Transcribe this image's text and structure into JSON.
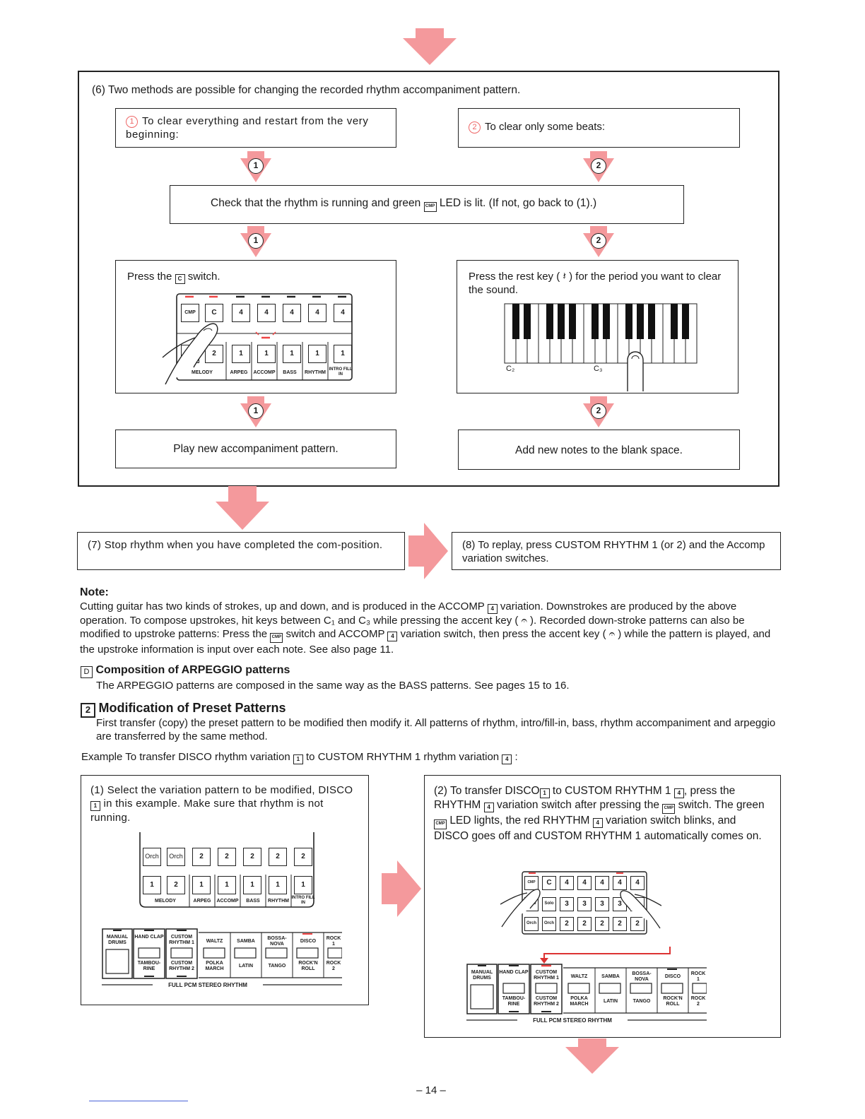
{
  "step6": {
    "intro": "(6)  Two methods are possible for changing the recorded rhythm accompaniment pattern.",
    "method1_num": "1",
    "method1": "To clear everything and restart from the very beginning:",
    "method2_num": "2",
    "method2": "To clear only some beats:",
    "marker1": "1",
    "marker2": "2",
    "check": "Check that the rhythm is running and green",
    "check_key": "CMP",
    "check_tail": "LED is lit. (If not, go back to (1).)",
    "press_c_pre": "Press the",
    "press_c_key": "C",
    "press_c_post": "switch.",
    "rest_key_text": "Press the rest key ( 𝄽 ) for the period you want to clear the sound.",
    "play_new": "Play new accompaniment pattern.",
    "add_notes": "Add new notes to the blank space.",
    "kbd_c2": "C₂",
    "kbd_c3": "C₃"
  },
  "panel_a": {
    "top_keys": [
      "CMP",
      "C",
      "4",
      "4",
      "4",
      "4",
      "4"
    ],
    "bottom_keys": [
      "1",
      "2",
      "1",
      "1",
      "1",
      "1",
      "1"
    ],
    "labels": [
      "MELODY",
      "ARPEG",
      "ACCOMP",
      "BASS",
      "RHYTHM",
      "INTRO FILL IN"
    ]
  },
  "step7": "(7)  Stop rhythm when you have completed the com-position.",
  "step8": "(8)  To replay, press CUSTOM  RHYTHM  1  (or 2)  and the Accomp variation switches.",
  "note": {
    "title": "Note:",
    "body_1": "Cutting guitar has two kinds of strokes, up and down, and is produced in the ACCOMP",
    "key_4": "4",
    "body_2": "variation. Downstrokes are produced by the above operation. To compose upstrokes, hit keys between C₁ and C₃ while pressing the accent key ( 𝄐 ). Recorded down-stroke patterns can also be modified to upstroke patterns: Press the",
    "key_cmp": "CMP",
    "body_3": "switch and ACCOMP",
    "body_4": "variation switch, then press the accent key ( 𝄐 ) while the pattern is played, and the upstroke information is input over each note. See also page 11."
  },
  "section_d": {
    "marker": "D",
    "title": "Composition of ARPEGGIO patterns",
    "body": "The ARPEGGIO patterns are composed in the same way as the BASS patterns. See pages 15 to 16."
  },
  "section_2": {
    "marker": "2",
    "title": "Modification of Preset Patterns",
    "body": "First transfer (copy) the preset pattern to be modified then modify it. All patterns of rhythm, intro/fill-in, bass, rhythm accompaniment and arpeggio are transferred by the same method.",
    "example_1": "Example To transfer DISCO rhythm variation",
    "example_key1": "1",
    "example_2": "to CUSTOM  RHYTHM 1 rhythm variation",
    "example_key2": "4",
    "example_3": ":"
  },
  "ex1": {
    "text": "(1)  Select the variation pattern to be modified, DISCO",
    "key": "1",
    "text2": "in this example. Make sure that rhythm is not running."
  },
  "ex2": {
    "text": "(2)  To transfer DISCO",
    "key1": "1",
    "t2": "to CUSTOM RHYTHM 1",
    "key2": "4",
    "t3": ", press the RHYTHM",
    "key3": "4",
    "t4": "variation switch after pressing the",
    "key4": "CMP",
    "t5": "switch. The green",
    "key5": "CMP",
    "t6": "LED lights, the red RHYTHM",
    "key6": "4",
    "t7": "variation switch blinks, and DISCO goes off and CUSTOM RHYTHM 1 automatically comes on."
  },
  "panel_b": {
    "top_keys": [
      "Orch",
      "Orch",
      "2",
      "2",
      "2",
      "2",
      "2"
    ],
    "bottom_keys": [
      "1",
      "2",
      "1",
      "1",
      "1",
      "1",
      "1"
    ],
    "labels": [
      "MELODY",
      "ARPEG",
      "ACCOMP",
      "BASS",
      "RHYTHM",
      "INTRO FILL IN"
    ]
  },
  "rhythm_panel": {
    "top": [
      "MANUAL DRUMS",
      "HAND CLAP",
      "CUSTOM RHYTHM 1",
      "WALTZ",
      "SAMBA",
      "BOSSA-NOVA",
      "DISCO",
      "ROCK 1"
    ],
    "bottom": [
      "TAMBOU-RINE",
      "CUSTOM RHYTHM 2",
      "POLKA MARCH",
      "LATIN",
      "TANGO",
      "ROCK'N ROLL",
      "ROCK 2"
    ],
    "footer": "FULL PCM STEREO RHYTHM"
  },
  "panel_c": {
    "row1": [
      "CMP",
      "C",
      "4",
      "4",
      "4",
      "4",
      "4"
    ],
    "row2": [
      "Solo",
      "Solo",
      "3",
      "3",
      "3",
      "3",
      "3"
    ],
    "row3": [
      "Orch",
      "Orch",
      "2",
      "2",
      "2",
      "2",
      "2"
    ]
  },
  "page_number": "– 14 –",
  "colors": {
    "arrow": "#f4999c",
    "led": "#e44",
    "ink": "#1a1a1a"
  }
}
